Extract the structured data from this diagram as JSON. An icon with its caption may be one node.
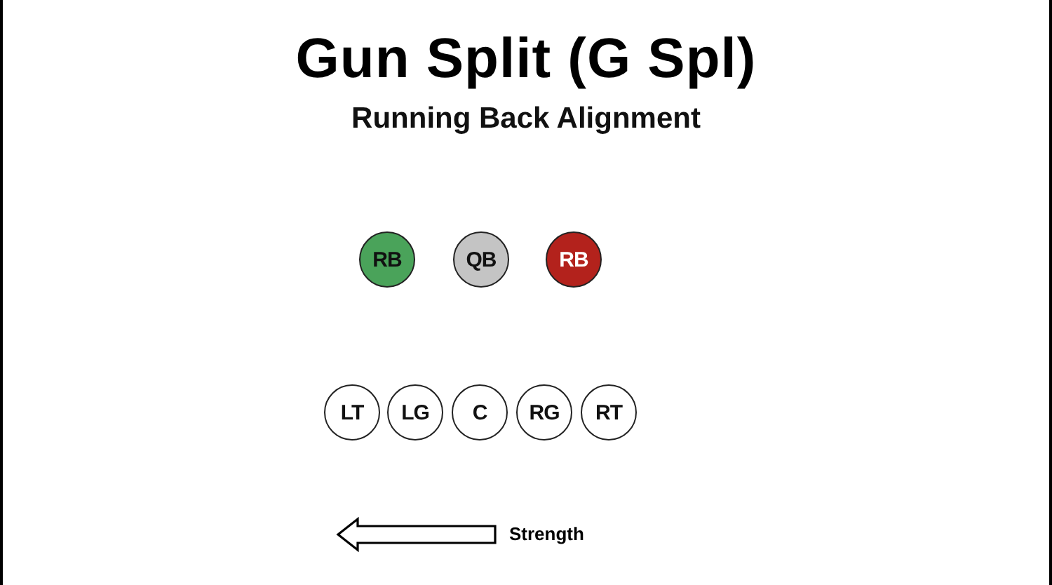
{
  "diagram": {
    "title": "Gun Split (G Spl)",
    "caption": "Running Back Alignment",
    "nodes": [
      {
        "text": [
          "RB"
        ]
      },
      {
        "text": [
          "QB"
        ]
      },
      {
        "text": [
          "RB"
        ]
      },
      {
        "text": [
          "LT"
        ]
      },
      {
        "text": [
          "LG"
        ]
      },
      {
        "text": [
          "C"
        ]
      },
      {
        "text": [
          "RG"
        ]
      },
      {
        "text": [
          "RT"
        ]
      }
    ],
    "labels": [
      "Strength"
    ]
  }
}
